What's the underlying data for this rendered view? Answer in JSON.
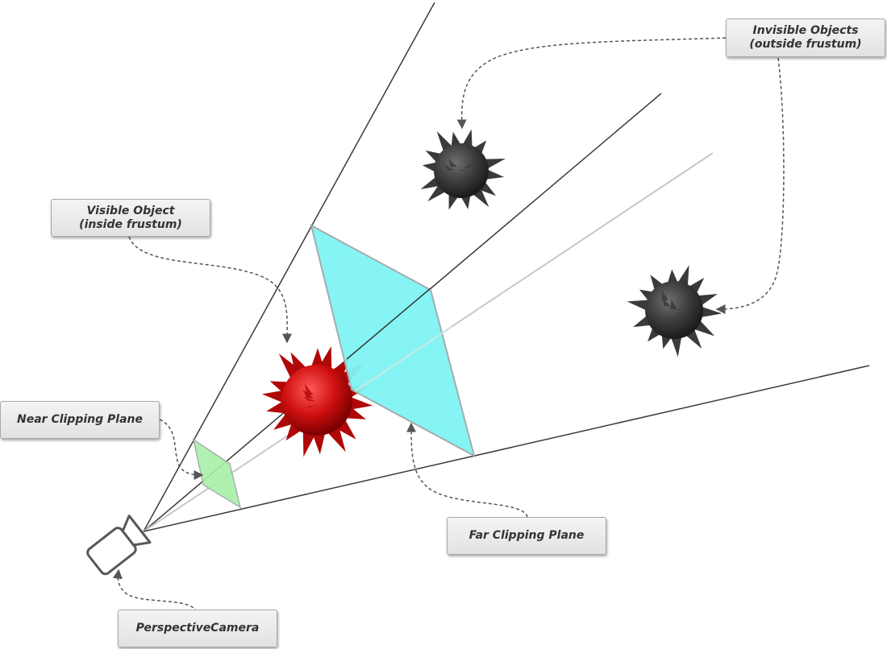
{
  "labels": {
    "invisible_objects": {
      "line1": "Invisible Objects",
      "line2": "(outside frustum)"
    },
    "visible_object": {
      "line1": "Visible Object",
      "line2": "(inside frustum)"
    },
    "near_clipping_plane": "Near Clipping Plane",
    "far_clipping_plane": "Far Clipping Plane",
    "perspective_camera": "PerspectiveCamera"
  },
  "colors": {
    "frustum_lines": "#3a3a3a",
    "center_axis": "#c8c8c8",
    "near_plane_fill": "#a8f0a8",
    "far_plane_fill": "#80f4f4",
    "plane_edge": "#a0a8a8",
    "visible_object": "#d01010",
    "invisible_object": "#3c3c3c",
    "camera_stroke": "#55585c",
    "arrow": "#555555"
  },
  "icons": {
    "visible_object": "spiky-sphere-icon",
    "invisible_object": "spiky-sphere-icon",
    "camera": "video-camera-icon"
  }
}
